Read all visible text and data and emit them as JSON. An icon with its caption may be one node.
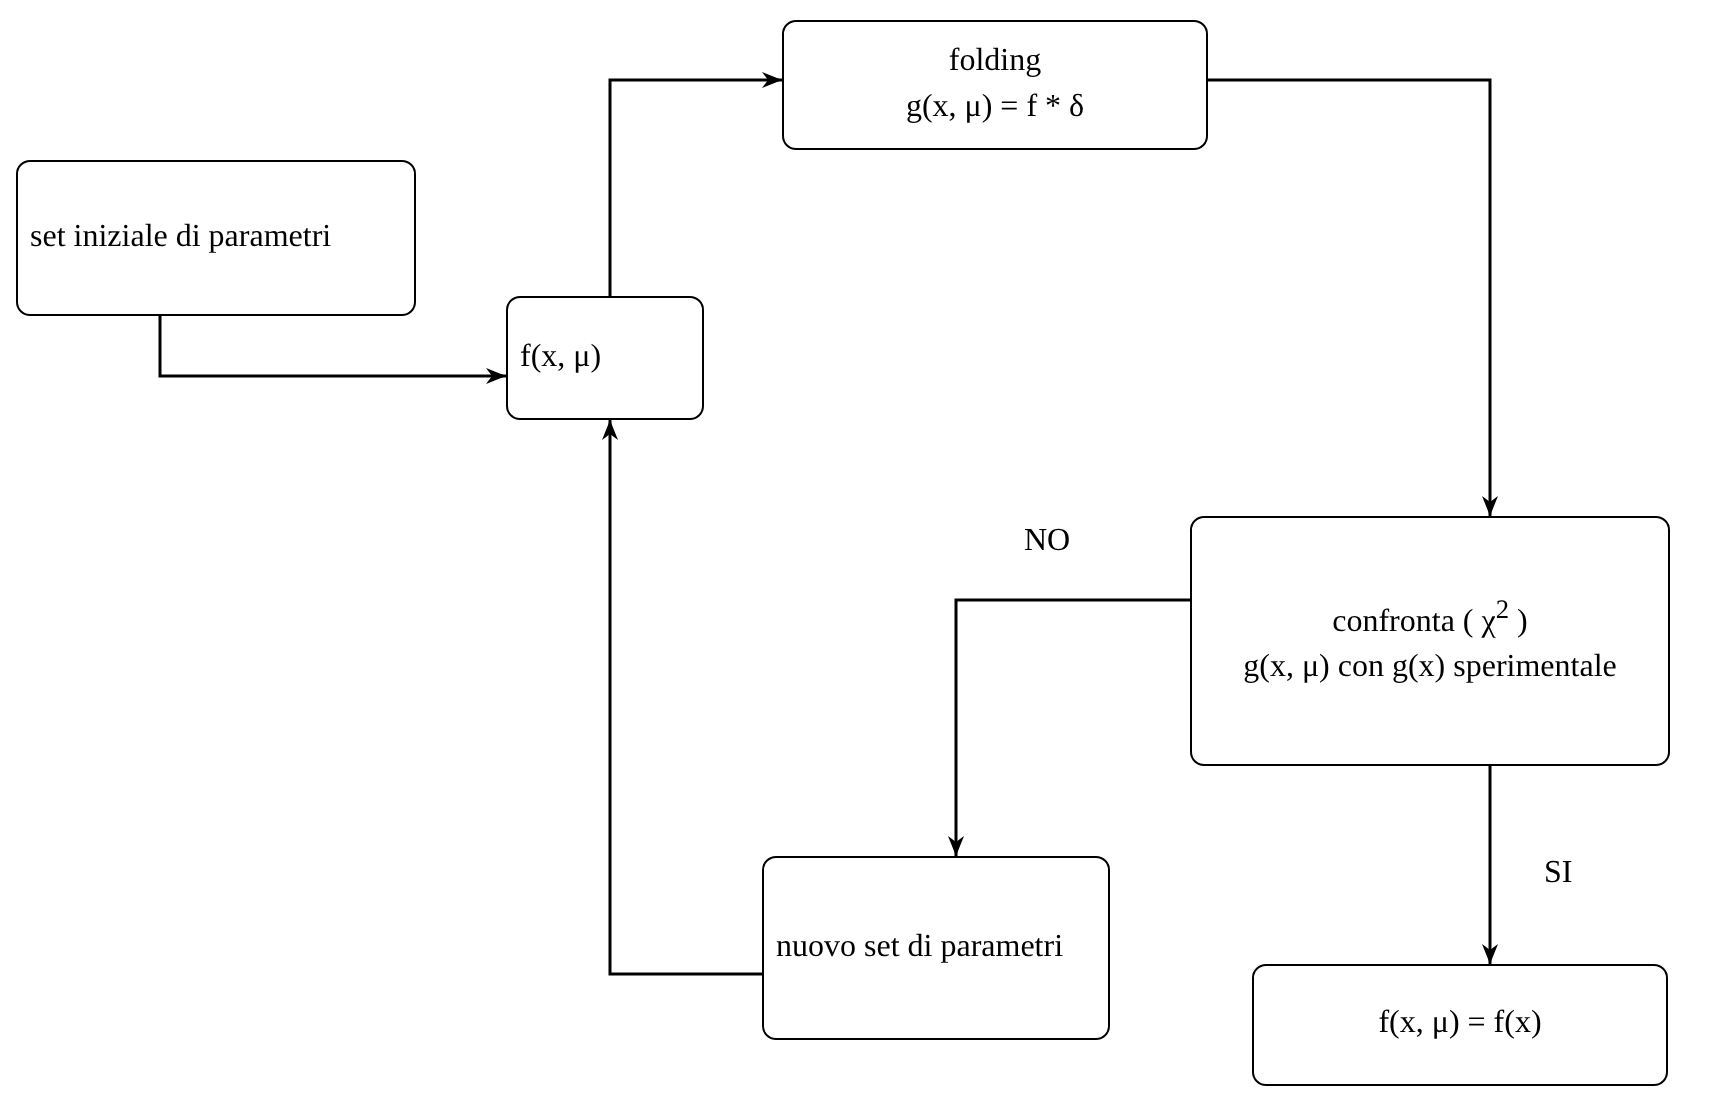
{
  "diagram": {
    "nodes": [
      {
        "text": [
          "set iniziale di parametri"
        ]
      },
      {
        "text": [
          "f(x,  μ)"
        ]
      },
      {
        "text": [
          "folding",
          "g(x, μ)  = f * δ"
        ]
      },
      {
        "text": [
          "confronta ( χ$^{2}$ )",
          "g(x, μ)   con  g(x) sperimentale"
        ]
      },
      {
        "text": [
          "nuovo set di parametri"
        ]
      },
      {
        "text": [
          "f(x,  μ)  = f(x)"
        ]
      }
    ],
    "edges": [
      {
        "from": 0,
        "to": 1,
        "arrow": "to"
      },
      {
        "from": 1,
        "to": 2,
        "arrow": "to"
      },
      {
        "from": 2,
        "to": 3,
        "arrow": "to"
      },
      {
        "from": 3,
        "to": 4,
        "arrow": "to",
        "label": "NO"
      },
      {
        "from": 3,
        "to": 5,
        "arrow": "to",
        "label": "SI"
      },
      {
        "from": 4,
        "to": 1,
        "arrow": "to"
      }
    ]
  }
}
